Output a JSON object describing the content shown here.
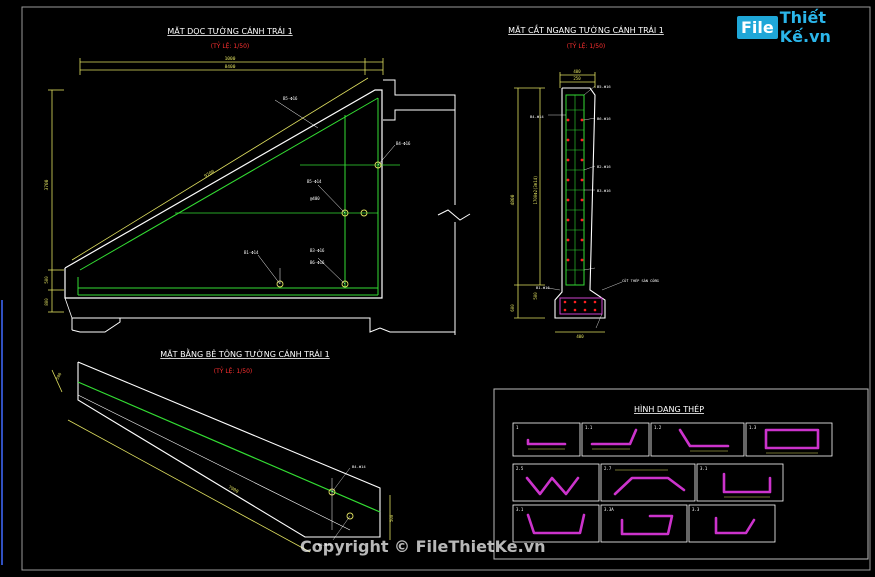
{
  "brand": {
    "logo_box": "File",
    "logo_rest": "Thiết Kế.vn",
    "copyright": "Copyright © FileThietKe.vn"
  },
  "views": {
    "elevation": {
      "title": "MẶT DỌC TƯỜNG CÁNH TRÁI 1",
      "scale": "(TỶ LỆ: 1/50)"
    },
    "section": {
      "title": "MẶT CẮT NGANG TƯỜNG CÁNH TRÁI 1",
      "scale": "(TỶ LỆ: 1/50)"
    },
    "plan": {
      "title": "MẶT BẰNG BÊ TÔNG TƯỜNG CÁNH TRÁI 1",
      "scale": "(TỶ LỆ: 1/50)"
    },
    "shapes": {
      "title": "HÌNH DẠNG THÉP"
    }
  },
  "labels": {
    "elev_top_dim_1": "1000",
    "elev_top_dim_2": "8400",
    "elev_slope": "9700",
    "elev_height": "3700",
    "elev_h2": "500",
    "elev_h3": "800",
    "bar_b5_top": "B5-Φ16",
    "bar_b4": "B4-Φ16",
    "bar_b5_mid": "B5-Φ14",
    "bar_a": "@400",
    "bar_b1": "B1-Φ14",
    "bar_b3": "B3-Φ16",
    "bar_b6": "B6-Φ16",
    "sec_top_dim": "400",
    "sec_top_dim2": "250",
    "sec_height": "4800",
    "sec_sub": "1700Φ2(3Φ14)",
    "sec_b5": "B5-Φ16",
    "sec_b6": "B6-Φ16",
    "sec_b2": "B2-Φ16",
    "sec_b3": "B3-Φ16",
    "sec_b1": "B1-Φ16",
    "sec_b4": "B4-Φ14",
    "sec_note": "CỐT THÉP SÀN CỐNG",
    "sec_bottom": "400",
    "sec_h1": "500",
    "sec_h2": "600",
    "plan_dim": "7900",
    "plan_w": "500",
    "plan_b4": "B4-Φ14",
    "plan_b5": "B5-Φ16",
    "shape_nums": [
      "1",
      "1.1",
      "1.2",
      "1.3",
      "2.5",
      "2.7",
      "3.1",
      "3.1",
      "3.3A",
      "3.3"
    ]
  }
}
